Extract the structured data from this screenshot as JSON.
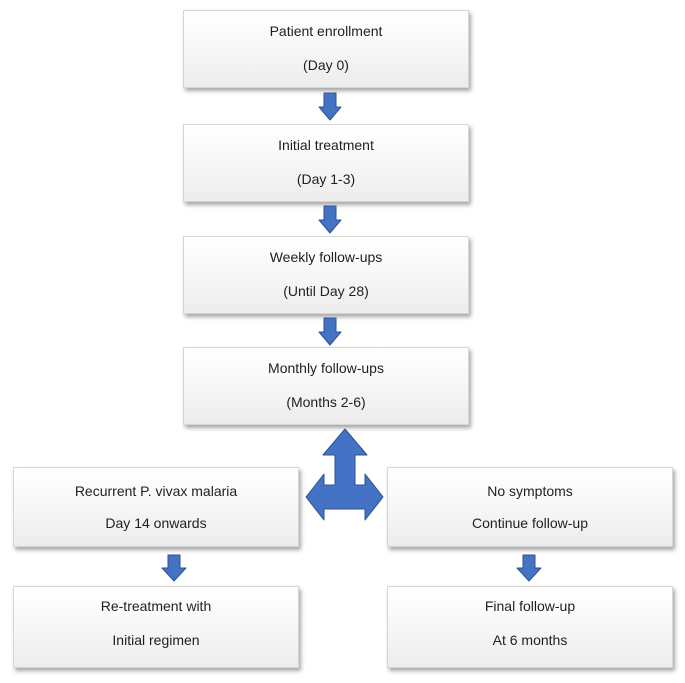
{
  "nodes": {
    "enrollment": {
      "line1": "Patient enrollment",
      "line2": "(Day 0)"
    },
    "initial_treatment": {
      "line1": "Initial treatment",
      "line2": "(Day 1-3)"
    },
    "weekly": {
      "line1": "Weekly follow-ups",
      "line2": "(Until Day 28)"
    },
    "monthly": {
      "line1": "Monthly follow-ups",
      "line2": "(Months 2-6)"
    },
    "recurrent": {
      "line1": "Recurrent P. vivax malaria",
      "line2": "Day 14 onwards"
    },
    "no_symptoms": {
      "line1": "No symptoms",
      "line2": "Continue follow-up"
    },
    "retreatment": {
      "line1": "Re-treatment with",
      "line2": "Initial regimen"
    },
    "final": {
      "line1": "Final follow-up",
      "line2": "At 6 months"
    }
  },
  "colors": {
    "arrow_fill": "#4472c4",
    "arrow_stroke": "#2f528f",
    "box_border": "#d6d6d6"
  }
}
